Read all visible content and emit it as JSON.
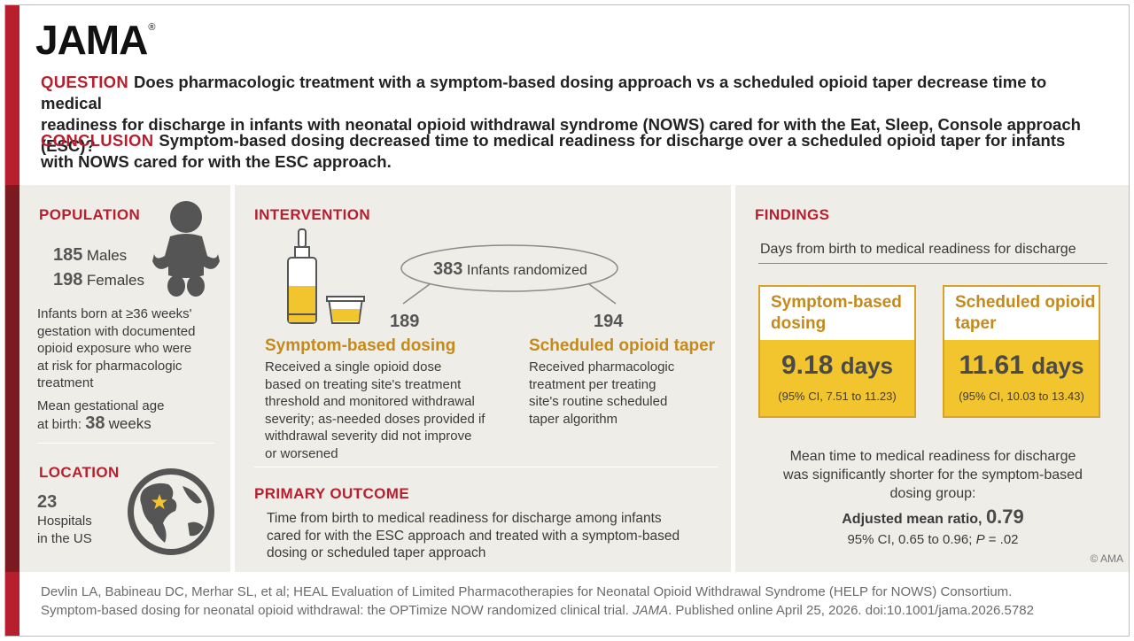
{
  "brand": "JAMA",
  "question": {
    "keyword": "QUESTION",
    "line1": "Does pharmacologic treatment with a symptom-based dosing approach vs a scheduled opioid taper decrease time to medical",
    "line2": "readiness for discharge in infants with neonatal opioid withdrawal syndrome (NOWS) cared for with the Eat, Sleep, Console approach (ESC)?"
  },
  "conclusion": {
    "keyword": "CONCLUSION",
    "line1": "Symptom-based dosing decreased time to medical readiness for discharge over a scheduled opioid taper for infants",
    "line2": "with NOWS cared for with the ESC approach."
  },
  "population": {
    "heading": "POPULATION",
    "males_count": "185",
    "males_label": "Males",
    "females_count": "198",
    "females_label": "Females",
    "desc_lines": [
      "Infants born at ≥36 weeks'",
      "gestation with documented",
      "opioid exposure who were",
      "at risk for pharmacologic",
      "treatment"
    ],
    "ga_line1": "Mean gestational age",
    "ga_prefix": "at birth:",
    "ga_value": "38",
    "ga_unit": "weeks"
  },
  "location": {
    "heading": "LOCATION",
    "count": "23",
    "line1": "Hospitals",
    "line2": "in the US"
  },
  "intervention": {
    "heading": "INTERVENTION",
    "randomized_count": "383",
    "randomized_label": "Infants randomized",
    "arm1": {
      "n": "189",
      "title": "Symptom-based dosing",
      "lines": [
        "Received a single opioid dose",
        "based on treating site's treatment",
        "threshold and monitored withdrawal",
        "severity; as-needed doses provided if",
        "withdrawal severity did not improve",
        "or worsened"
      ]
    },
    "arm2": {
      "n": "194",
      "title": "Scheduled opioid taper",
      "lines": [
        "Received pharmacologic",
        "treatment per treating",
        "site's routine scheduled",
        "taper algorithm"
      ]
    }
  },
  "primary_outcome": {
    "heading": "PRIMARY OUTCOME",
    "lines": [
      "Time from birth to medical readiness for discharge among infants",
      "cared for with the ESC approach and treated with a symptom-based",
      "dosing or scheduled taper approach"
    ]
  },
  "findings": {
    "heading": "FINDINGS",
    "subtitle": "Days from birth to medical readiness for discharge",
    "card1": {
      "title1": "Symptom-based",
      "title2": "dosing",
      "value": "9.18",
      "unit": "days",
      "ci": "(95% CI, 7.51 to 11.23)"
    },
    "card2": {
      "title1": "Scheduled opioid",
      "title2": "taper",
      "value": "11.61",
      "unit": "days",
      "ci": "(95% CI, 10.03 to 13.43)"
    },
    "summary_lines": [
      "Mean time to medical readiness for discharge",
      "was significantly shorter for the symptom-based",
      "dosing group:"
    ],
    "ratio_label": "Adjusted mean ratio,",
    "ratio_value": "0.79",
    "ci_text": "95% CI, 0.65 to 0.96;",
    "p_label": "P",
    "p_text": "= .02",
    "copyright": "© AMA"
  },
  "citation": {
    "line1": "Devlin LA, Babineau DC, Merhar SL, et al; HEAL Evaluation of Limited Pharmacotherapies for Neonatal Opioid Withdrawal Syndrome (HELP for NOWS) Consortium.",
    "line2_a": "Symptom-based dosing for neonatal opioid withdrawal: the OPTimize NOW randomized clinical trial.",
    "journal": "JAMA",
    "line2_b": ". Published online April 25, 2026. doi:10.1001/jama.2026.5782"
  },
  "colors": {
    "accent_red": "#b81f2e",
    "gold": "#c48a1a",
    "card_yellow": "#f2c52f",
    "panel_bg": "#eeede8"
  }
}
